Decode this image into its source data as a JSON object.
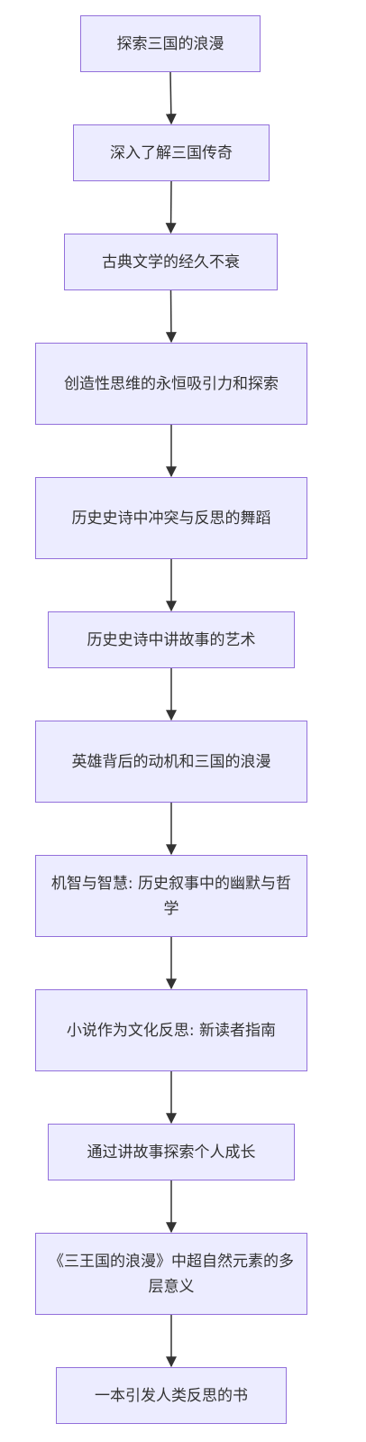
{
  "diagram": {
    "type": "flowchart",
    "direction": "top-to-bottom",
    "colors": {
      "node_fill": "#ECECFF",
      "node_stroke": "#9370DB",
      "edge": "#333333",
      "text": "#333333"
    },
    "nodes": [
      {
        "id": "n1",
        "label": "探索三国的浪漫"
      },
      {
        "id": "n2",
        "label": "深入了解三国传奇"
      },
      {
        "id": "n3",
        "label": "古典文学的经久不衰"
      },
      {
        "id": "n4",
        "label": "创造性思维的永恒吸引力和探索"
      },
      {
        "id": "n5",
        "label": "历史史诗中冲突与反思的舞蹈"
      },
      {
        "id": "n6",
        "label": "历史史诗中讲故事的艺术"
      },
      {
        "id": "n7",
        "label": "英雄背后的动机和三国的浪漫"
      },
      {
        "id": "n8",
        "label": "机智与智慧: 历史叙事中的幽默与哲学"
      },
      {
        "id": "n9",
        "label": "小说作为文化反思: 新读者指南"
      },
      {
        "id": "n10",
        "label": "通过讲故事探索个人成长"
      },
      {
        "id": "n11",
        "label": "《三王国的浪漫》中超自然元素的多层意义"
      },
      {
        "id": "n12",
        "label": "一本引发人类反思的书"
      }
    ],
    "edges": [
      {
        "from": "n1",
        "to": "n2"
      },
      {
        "from": "n2",
        "to": "n3"
      },
      {
        "from": "n3",
        "to": "n4"
      },
      {
        "from": "n4",
        "to": "n5"
      },
      {
        "from": "n5",
        "to": "n6"
      },
      {
        "from": "n6",
        "to": "n7"
      },
      {
        "from": "n7",
        "to": "n8"
      },
      {
        "from": "n8",
        "to": "n9"
      },
      {
        "from": "n9",
        "to": "n10"
      },
      {
        "from": "n10",
        "to": "n11"
      },
      {
        "from": "n11",
        "to": "n12"
      }
    ]
  }
}
